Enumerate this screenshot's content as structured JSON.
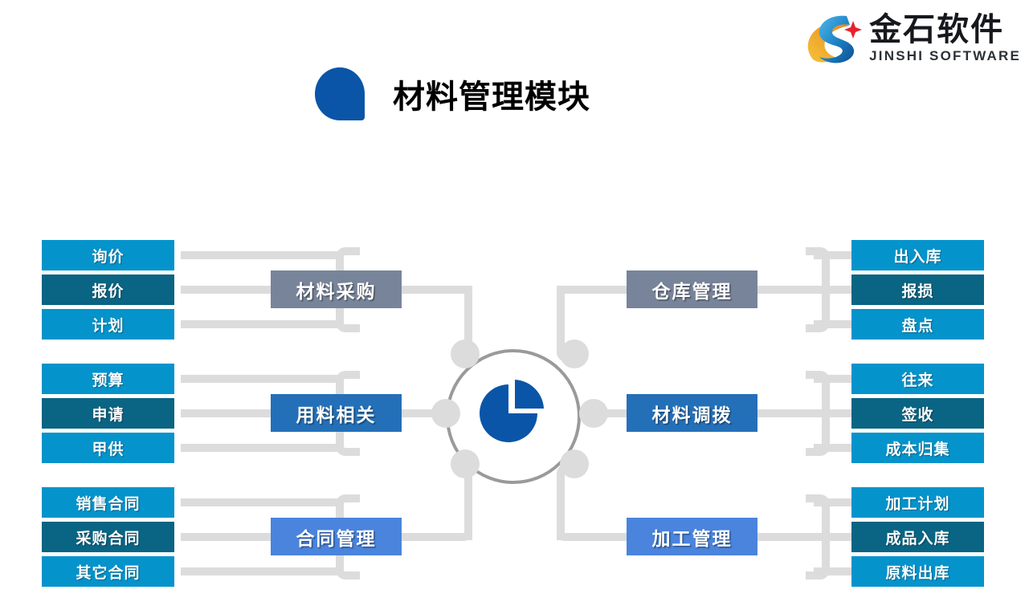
{
  "brand": {
    "cn_name": "金石软件",
    "en_name": "JINSHI SOFTWARE",
    "logo_icon": "jinshi-s-swoosh-logo",
    "primary_color": "#0a55a8",
    "accent_color": "#f0a92b"
  },
  "header": {
    "title": "材料管理模块",
    "title_icon": "blue-teardrop-icon"
  },
  "center": {
    "icon": "pie-chart-icon",
    "ring_icon": "network-ring-icon",
    "node_count": 6,
    "ring_color": "#9a9a9a",
    "node_color": "#dcdcdc",
    "pie_color": "#0a55a8"
  },
  "palette": {
    "leaf_light": "#0593cb",
    "leaf_dark": "#0a6483",
    "hub_gray": "#78849a",
    "hub_blue": "#2470b8",
    "hub_light_blue": "#4a84dd",
    "connector": "#dcdcdc"
  },
  "groups": {
    "left": [
      {
        "hub": "材料采购",
        "hub_style": "h-gray",
        "leaves": [
          {
            "label": "询价",
            "style": "c-light"
          },
          {
            "label": "报价",
            "style": "c-dark"
          },
          {
            "label": "计划",
            "style": "c-light"
          }
        ]
      },
      {
        "hub": "用料相关",
        "hub_style": "h-blue",
        "leaves": [
          {
            "label": "预算",
            "style": "c-light"
          },
          {
            "label": "申请",
            "style": "c-dark"
          },
          {
            "label": "甲供",
            "style": "c-light"
          }
        ]
      },
      {
        "hub": "合同管理",
        "hub_style": "h-lblue",
        "leaves": [
          {
            "label": "销售合同",
            "style": "c-light"
          },
          {
            "label": "采购合同",
            "style": "c-dark"
          },
          {
            "label": "其它合同",
            "style": "c-light"
          }
        ]
      }
    ],
    "right": [
      {
        "hub": "仓库管理",
        "hub_style": "h-gray",
        "leaves": [
          {
            "label": "出入库",
            "style": "c-light"
          },
          {
            "label": "报损",
            "style": "c-dark"
          },
          {
            "label": "盘点",
            "style": "c-light"
          }
        ]
      },
      {
        "hub": "材料调拨",
        "hub_style": "h-blue",
        "leaves": [
          {
            "label": "往来",
            "style": "c-light"
          },
          {
            "label": "签收",
            "style": "c-dark"
          },
          {
            "label": "成本归集",
            "style": "c-light"
          }
        ]
      },
      {
        "hub": "加工管理",
        "hub_style": "h-lblue",
        "leaves": [
          {
            "label": "加工计划",
            "style": "c-light"
          },
          {
            "label": "成品入库",
            "style": "c-dark"
          },
          {
            "label": "原料出库",
            "style": "c-light"
          }
        ]
      }
    ]
  }
}
